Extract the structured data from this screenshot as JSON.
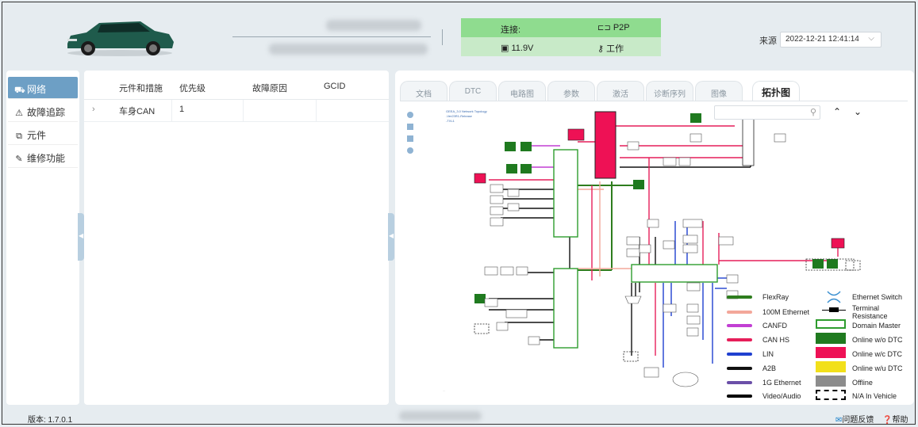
{
  "header": {
    "status": {
      "connection_label": "连接:",
      "connection_value": "P2P",
      "voltage": "11.9V",
      "state": "工作"
    },
    "source_label": "来源",
    "source_value": "2022-12-21 12:41:14"
  },
  "nav": {
    "items": [
      {
        "label": "网络",
        "icon": "car-icon"
      },
      {
        "label": "故障追踪",
        "icon": "warning-icon"
      },
      {
        "label": "元件",
        "icon": "component-icon"
      },
      {
        "label": "维修功能",
        "icon": "wrench-icon"
      }
    ]
  },
  "table": {
    "columns": [
      "元件和措施",
      "优先级",
      "故障原因",
      "GCID"
    ],
    "rows": [
      {
        "expand": "›",
        "component": "车身CAN",
        "priority": "1",
        "cause": "",
        "gcid": ""
      }
    ]
  },
  "tabs": [
    "文档",
    "DTC",
    "电路图",
    "参数",
    "激活",
    "诊断序列",
    "图像",
    "拓扑图"
  ],
  "active_tab": "拓扑图",
  "topology": {
    "title_lines": [
      "GEEA_3.0 Network Topology",
      "-Ver23R1-Release",
      "-TXL1"
    ],
    "legend_left": [
      "FlexRay",
      "100M Ethernet",
      "CANFD",
      "CAN HS",
      "LIN",
      "A2B",
      "1G Ethernet",
      "Video/Audio"
    ],
    "legend_right": [
      "Ethernet Switch",
      "Terminal Resistance",
      "Domain Master",
      "Online w/o DTC",
      "Online w/c DTC",
      "Online w/u DTC",
      "Offline",
      "N/A In Vehicle"
    ],
    "legend_colors": {
      "FlexRay": "#2e7d1e",
      "100M Ethernet": "#f3a79a",
      "CANFD": "#c23fd3",
      "CAN HS": "#e61e5a",
      "LIN": "#2040d0",
      "A2B": "#111111",
      "1G Ethernet": "#6b4fa8",
      "Video/Audio": "#000000"
    },
    "status_colors": {
      "online_no_dtc": "#1f7a1f",
      "online_dtc": "#ee1155",
      "online_unknown": "#f2e01a",
      "offline": "#8c8c8c"
    }
  },
  "footer": {
    "version": "版本: 1.7.0.1",
    "feedback": "问题反馈",
    "help": "帮助"
  }
}
